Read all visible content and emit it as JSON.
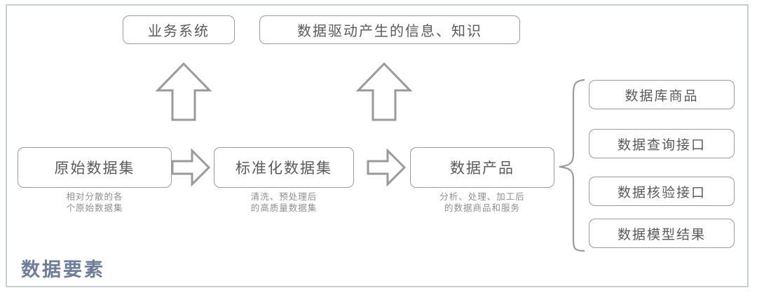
{
  "diagram": {
    "section_title": "数据要素",
    "top_boxes": [
      {
        "label": "业务系统"
      },
      {
        "label": "数据驱动产生的信息、知识"
      }
    ],
    "pipeline": [
      {
        "label": "原始数据集",
        "caption": "相对分散的各\n个原始数据集"
      },
      {
        "label": "标准化数据集",
        "caption": "清洗、预处理后\n的高质量数据集"
      },
      {
        "label": "数据产品",
        "caption": "分析、处理、加工后\n的数据商品和服务"
      }
    ],
    "outputs": [
      {
        "label": "数据库商品"
      },
      {
        "label": "数据查询接口"
      },
      {
        "label": "数据核验接口"
      },
      {
        "label": "数据模型结果"
      }
    ],
    "connectors": {
      "up_arrow_1": "up-arrow",
      "up_arrow_2": "up-arrow",
      "right_arrow_1": "right-arrow",
      "right_arrow_2": "right-arrow",
      "brace": "curly-brace"
    },
    "colors": {
      "frame": "#c7ced9",
      "box_border": "#9a9a9a",
      "box_text": "#5a5a5a",
      "caption_text": "#8e8e8e",
      "title_text": "#6e7d99",
      "background": "#ffffff"
    }
  }
}
